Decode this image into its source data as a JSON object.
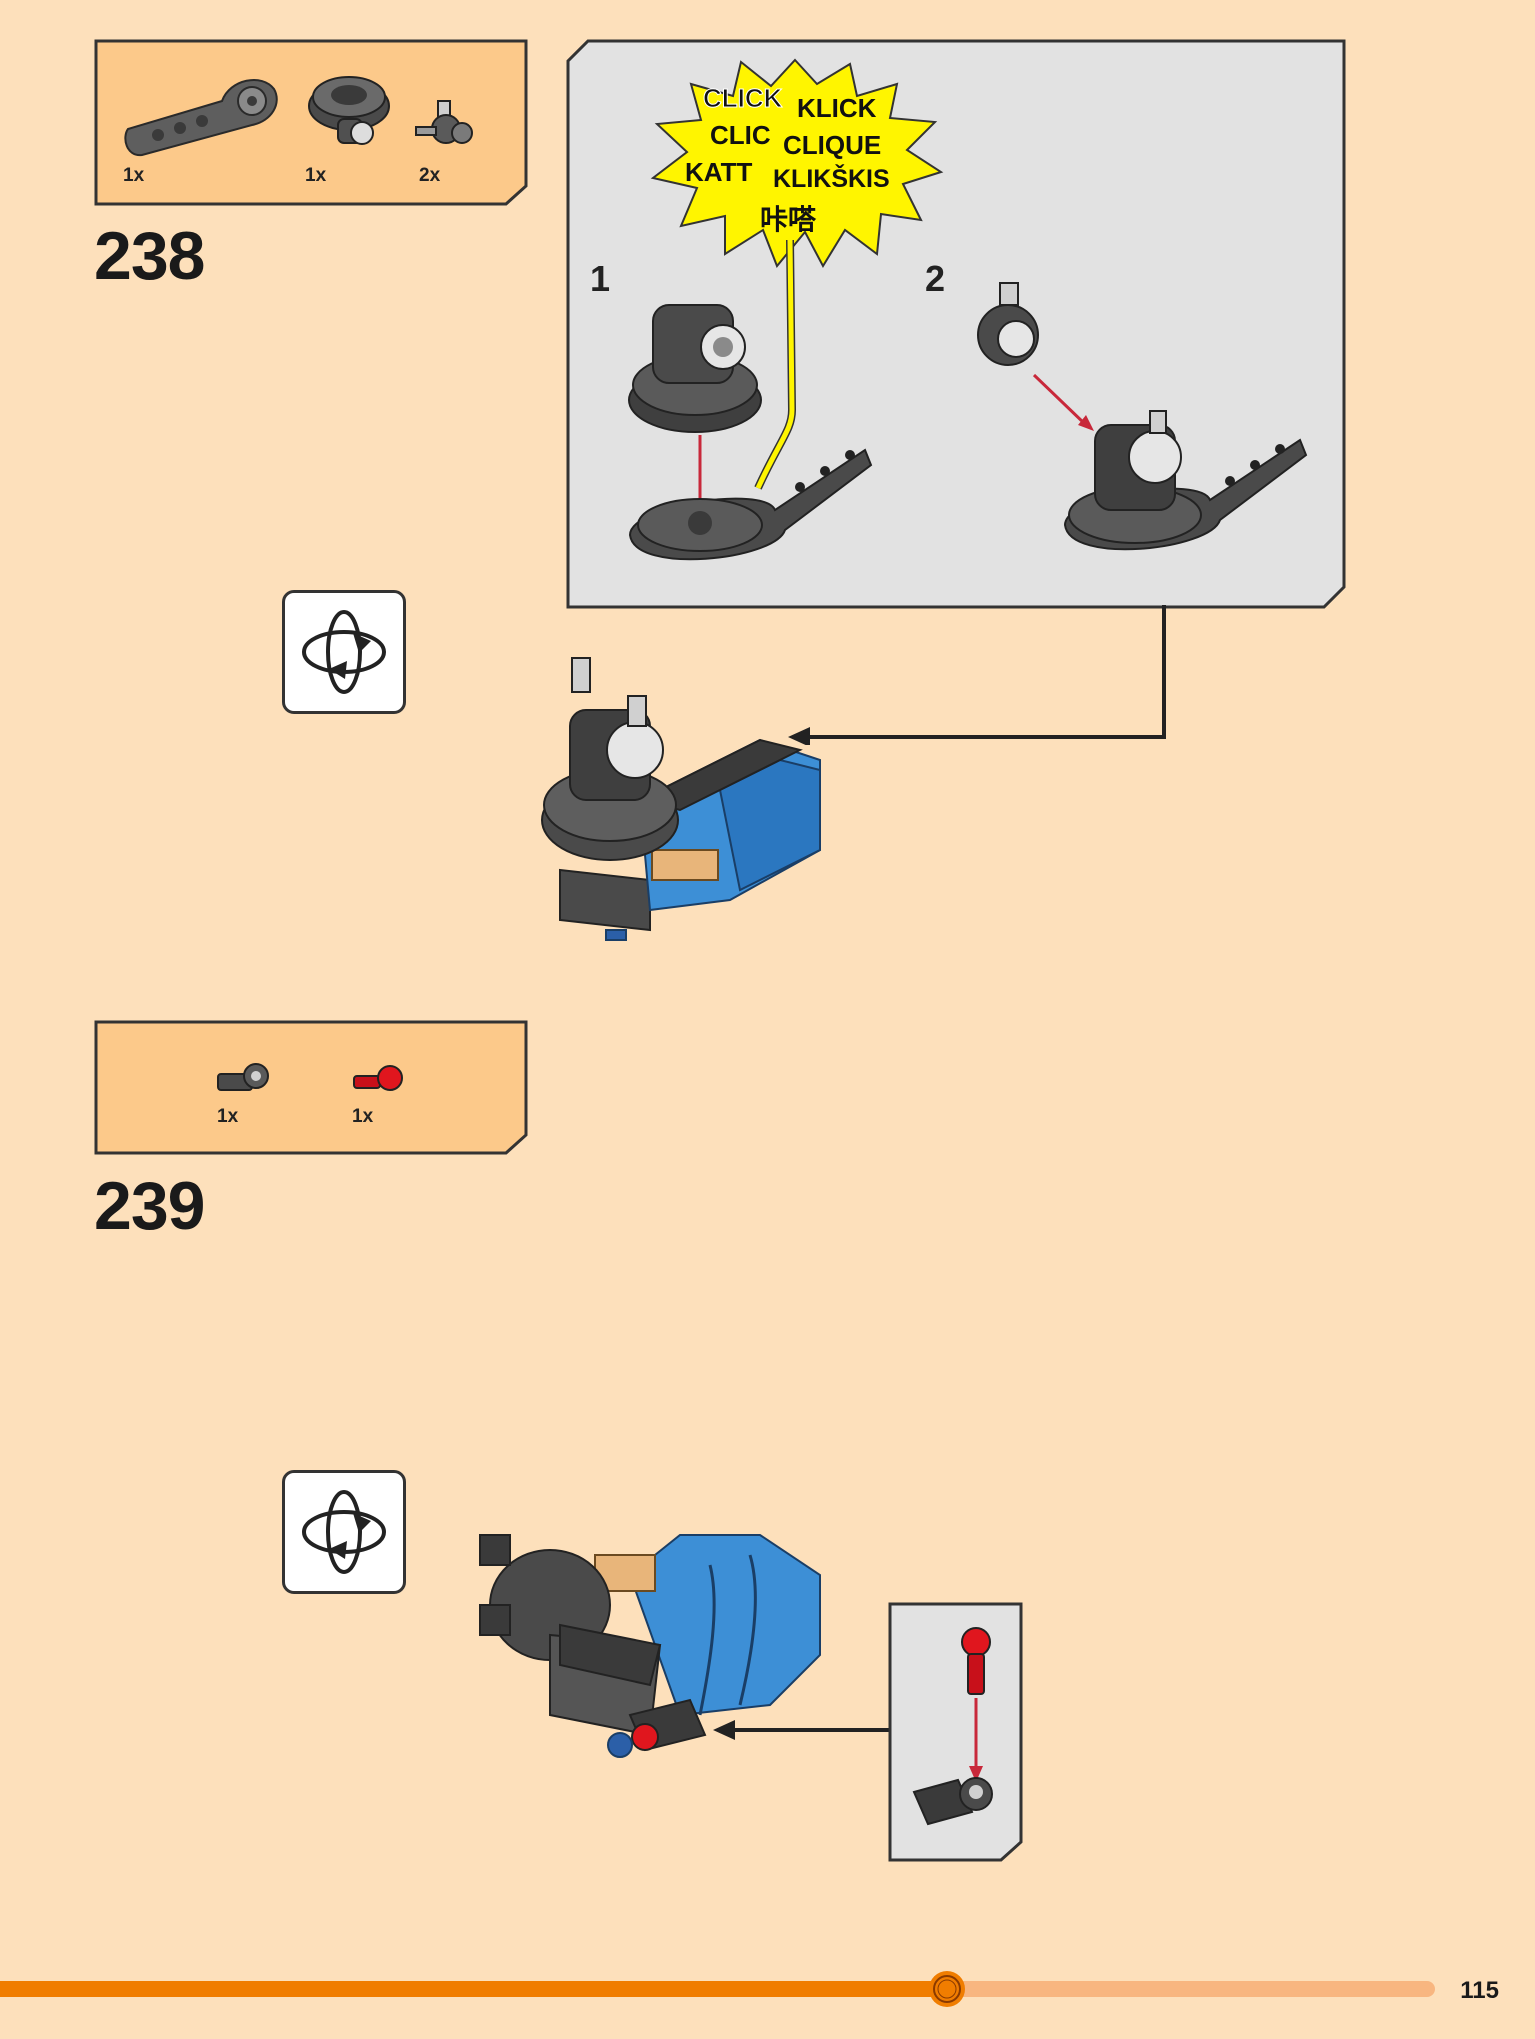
{
  "step1": {
    "number": "238",
    "parts": [
      {
        "name": "dark grey technic arm",
        "qty": "1x"
      },
      {
        "name": "dark grey turntable",
        "qty": "1x"
      },
      {
        "name": "ball joint connector",
        "qty": "2x"
      }
    ],
    "substeps": [
      "1",
      "2"
    ],
    "click_words": [
      "CLICK",
      "KLICK",
      "CLIC",
      "CLIQUE",
      "KATT",
      "KLIKŠKIS",
      "咔嗒"
    ]
  },
  "step2": {
    "number": "239",
    "parts": [
      {
        "name": "dark grey axle connector",
        "qty": "1x"
      },
      {
        "name": "red ball pin",
        "qty": "1x"
      }
    ]
  },
  "page_number": "115",
  "progress": 0.66,
  "colors": {
    "background": "#fde0bb",
    "parts_box": "#fcc98a",
    "callout_panel": "#e2e2e2",
    "progress_done": "#f07d00",
    "progress_remaining": "#f8b680",
    "click_burst": "#fff500"
  }
}
